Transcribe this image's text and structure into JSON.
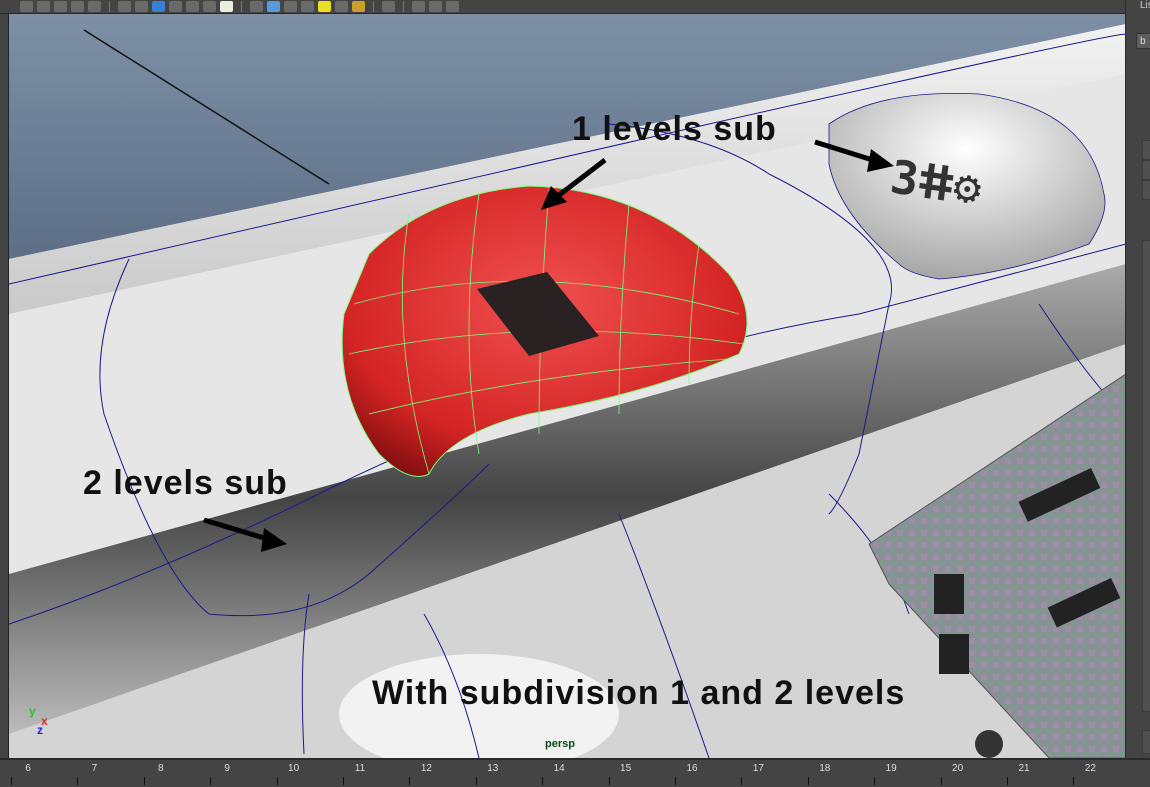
{
  "toolbar": {
    "icons": [
      "camera-icon",
      "attribute-icon",
      "bookmark-icon",
      "grid-icon",
      "select-camera-icon",
      "wireframe-icon",
      "film-gate-icon",
      "smooth-shade-icon",
      "flat-shade-icon",
      "xray-icon",
      "component-icon",
      "texture-icon",
      "cube-icon",
      "cube-shaded-icon",
      "cube-xray-icon",
      "checker-icon",
      "light-yellow-icon",
      "light-gray-icon",
      "light-gold-icon",
      "select-cursor-icon",
      "iso-cube-icon",
      "frame-icon",
      "share-icon"
    ]
  },
  "viewport": {
    "camera_label": "persp",
    "axis": {
      "y": "y",
      "x": "x",
      "z": "z"
    },
    "annotations": {
      "one_level": "1 levels sub",
      "two_level": "2 levels sub",
      "caption": "With subdivision 1 and 2 levels"
    },
    "colors": {
      "red_button": "#d8292a",
      "wire": "#1a1a8c",
      "highlight_wire": "#7aff7a"
    }
  },
  "right_panel": {
    "title": "Lis",
    "button_label": "b"
  },
  "timeline": {
    "ticks": [
      "6",
      "7",
      "8",
      "9",
      "10",
      "11",
      "12",
      "13",
      "14",
      "15",
      "16",
      "17",
      "18",
      "19",
      "20",
      "21",
      "22"
    ]
  }
}
